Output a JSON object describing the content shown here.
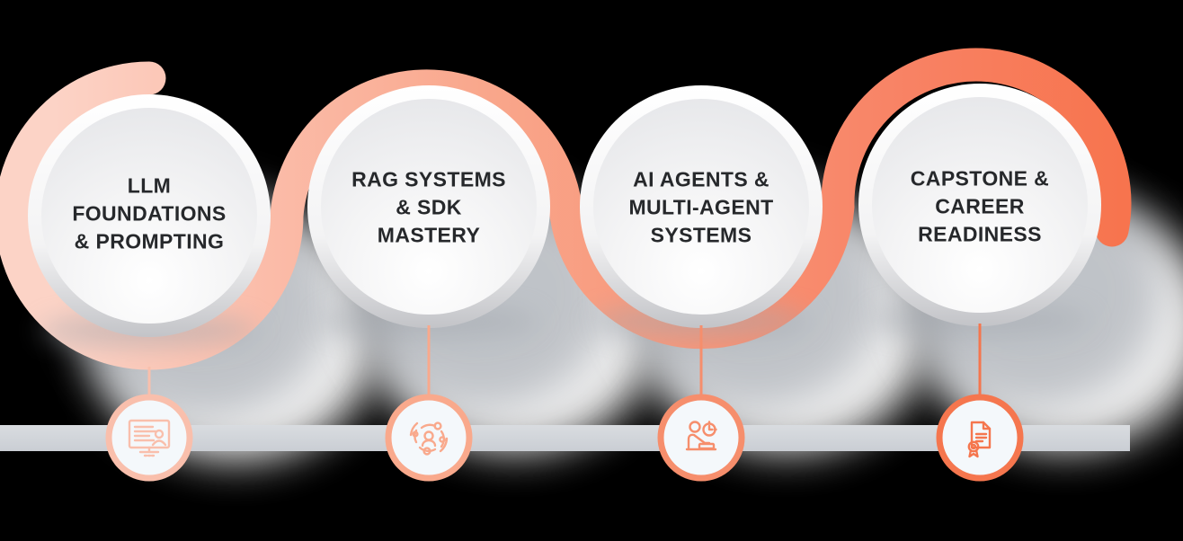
{
  "background_color": "#000000",
  "text_color": "#26282b",
  "timeline_bar_color": "#d2d6db",
  "ribbon": {
    "gradient": [
      "#fcd3c6",
      "#fbbca9",
      "#f9a78c",
      "#f89578",
      "#f88264",
      "#f7744e"
    ]
  },
  "circle_style": {
    "ring_color": "#ffffff",
    "fill_color": "#f0f1f3",
    "shadow_color": "#9aa0a9"
  },
  "icon_badge_fill": "#f4f8fb",
  "stages": [
    {
      "label": "LLM\nFOUNDATIONS\n& PROMPTING",
      "icon": "presentation-screen-icon",
      "color": "#f9bfac"
    },
    {
      "label": "RAG SYSTEMS\n& SDK\nMASTERY",
      "icon": "multi-agent-orbit-icon",
      "color": "#f9a98c"
    },
    {
      "label": "AI AGENTS &\nMULTI-AGENT\nSYSTEMS",
      "icon": "person-desk-clock-icon",
      "color": "#f68e6c"
    },
    {
      "label": "CAPSTONE &\nCAREER\nREADINESS",
      "icon": "certificate-award-icon",
      "color": "#f5764e"
    }
  ]
}
